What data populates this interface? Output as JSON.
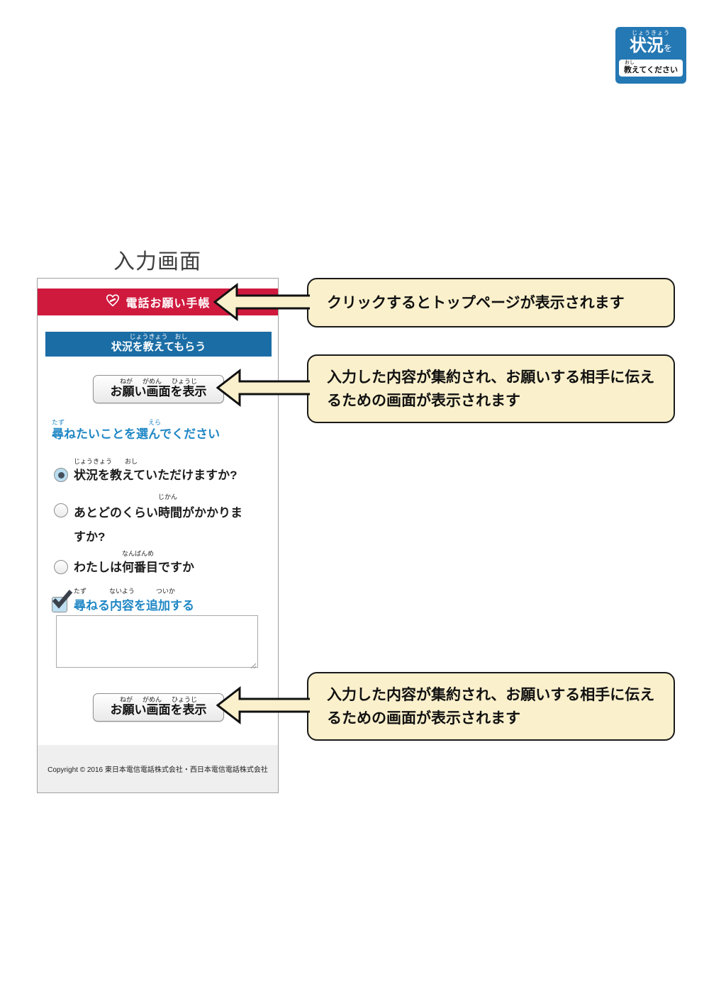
{
  "page": {
    "title": "入力画面"
  },
  "corner_badge": {
    "furigana_top": "じょうきょう",
    "kanji": "状況",
    "particle": "を",
    "inner_furigana": "おし",
    "inner_label": "教えてください",
    "bg_color": "#2478b4"
  },
  "phone": {
    "header": {
      "app_name": "電話お願い手帳",
      "icon": "heart-phone",
      "bg_color": "#cf1a3e"
    },
    "section_bar": {
      "furigana_1": "じょうきょう",
      "furigana_2": "おし",
      "label": "状況を教えてもらう",
      "bg_color": "#1b6da5"
    },
    "show_request_button": {
      "furigana_1": "ねが",
      "furigana_2": "がめん",
      "furigana_3": "ひょうじ",
      "label": "お願い画面を表示"
    },
    "question_heading": {
      "furigana_1": "たず",
      "furigana_2": "えら",
      "label": "尋ねたいことを選んでください"
    },
    "radio_options": [
      {
        "furigana_1": "じょうきょう",
        "furigana_2": "おし",
        "label": "状況を教えていただけますか?",
        "selected": true
      },
      {
        "furigana_1": "じかん",
        "furigana_2": "",
        "label": "あとどのくらい時間がかかりますか?",
        "selected": false
      },
      {
        "furigana_1": "なんばんめ",
        "furigana_2": "",
        "label": "わたしは何番目ですか",
        "selected": false
      }
    ],
    "add_content_checkbox": {
      "furigana_1": "たず",
      "furigana_2": "ないよう",
      "furigana_3": "ついか",
      "label": "尋ねる内容を追加する",
      "checked": true
    },
    "memo_textarea": {
      "value": "",
      "placeholder": ""
    },
    "footer": {
      "copyright": "Copyright © 2016 東日本電信電話株式会社・西日本電信電話株式会社"
    }
  },
  "callouts": [
    {
      "text": "クリックするとトップページが表示されます"
    },
    {
      "text": "入力した内容が集約され、お願いする相手に伝えるための画面が表示されます"
    },
    {
      "text": "入力した内容が集約され、お願いする相手に伝えるための画面が表示されます"
    }
  ],
  "colors": {
    "accent_red": "#cf1a3e",
    "bar_blue": "#1b6da5",
    "link_blue": "#1f87c5",
    "badge_blue": "#2478b4",
    "callout_bg": "#faf0cc",
    "callout_border": "#1a1a1a",
    "footer_bg": "#efefef"
  }
}
